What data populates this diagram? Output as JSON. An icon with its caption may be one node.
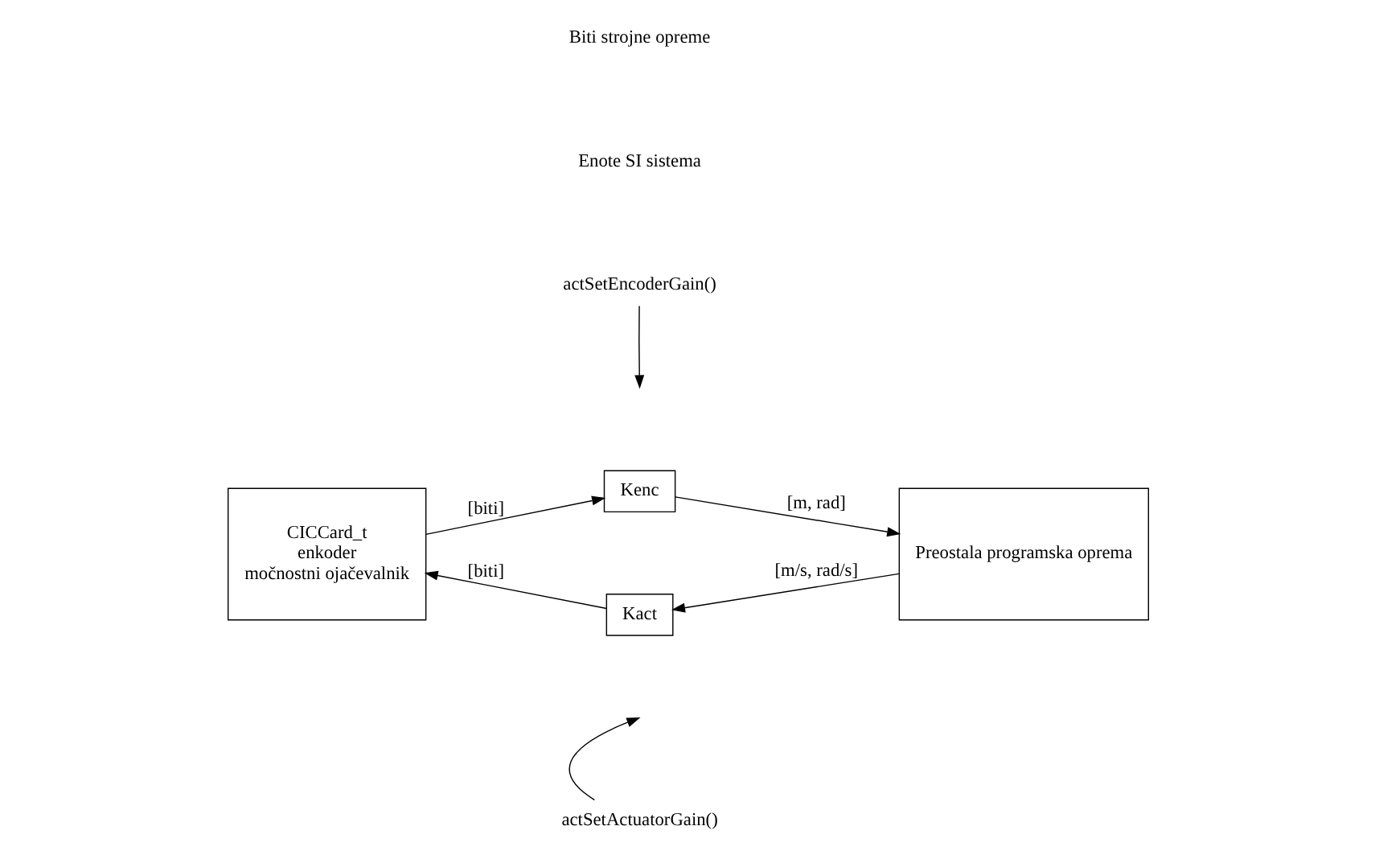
{
  "diagram": {
    "nodes": [
      {
        "text": [
          "CICCard_t",
          "enkoder",
          "močnostni ojačevalnik"
        ]
      },
      {
        "text": [
          "Kenc"
        ]
      },
      {
        "text": [
          "Kact"
        ]
      },
      {
        "text": [
          "Preostala programska oprema"
        ]
      },
      {
        "text": [
          "actSetEncoderGain()"
        ]
      },
      {
        "text": [
          "actSetActuatorGain()"
        ]
      }
    ],
    "edges": [
      {
        "from": 0,
        "to": 1,
        "arrow": "to",
        "label": "[biti]"
      },
      {
        "from": 1,
        "to": 3,
        "arrow": "to",
        "label": "[m, rad]"
      },
      {
        "from": 3,
        "to": 2,
        "arrow": "to",
        "label": "[m/s, rad/s]"
      },
      {
        "from": 2,
        "to": 0,
        "arrow": "to",
        "label": "[biti]"
      },
      {
        "from": 4,
        "to": null,
        "arrow": "to"
      },
      {
        "from": 5,
        "to": null,
        "arrow": "to"
      }
    ],
    "labels": [
      "Biti strojne opreme",
      "Enote SI sistema"
    ]
  }
}
